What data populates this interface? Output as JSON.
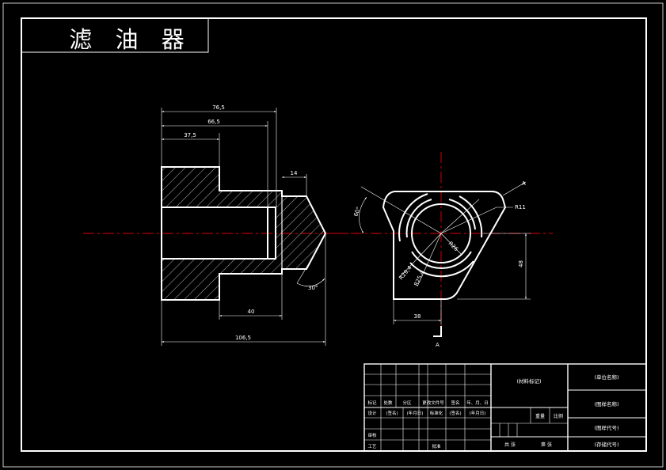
{
  "title": "滤 油 器",
  "dimensions": {
    "d1": "76,5",
    "d2": "66,5",
    "d3": "37,5",
    "d4": "14",
    "d5": "30°",
    "d6": "40",
    "d7": "106,5",
    "angle": "60°",
    "r11": "R11",
    "d8": "48",
    "d9": "38",
    "section_label": "A",
    "r26": "R26",
    "r294": "R29,4",
    "r25": "R25,4"
  },
  "title_block": {
    "material_mark": "(材料标记)",
    "unit_name": "(单位名称)",
    "drawing_name": "(图样名称)",
    "drawing_code": "(图样代号)",
    "storage_code": "(存储代号)",
    "mark": "标记",
    "count": "处数",
    "zone": "分区",
    "change_doc": "更改文件号",
    "signature": "签名",
    "date": "年、月、日",
    "design": "设计",
    "sig1": "(签名)",
    "date1": "(年月日)",
    "standard": "标准化",
    "sig2": "(签名)",
    "date2": "(年月日)",
    "weight": "重量",
    "scale": "比例",
    "review": "审核",
    "process": "工艺",
    "approve": "批准",
    "sheets_total": "共 张",
    "sheet_no": "第 张"
  }
}
